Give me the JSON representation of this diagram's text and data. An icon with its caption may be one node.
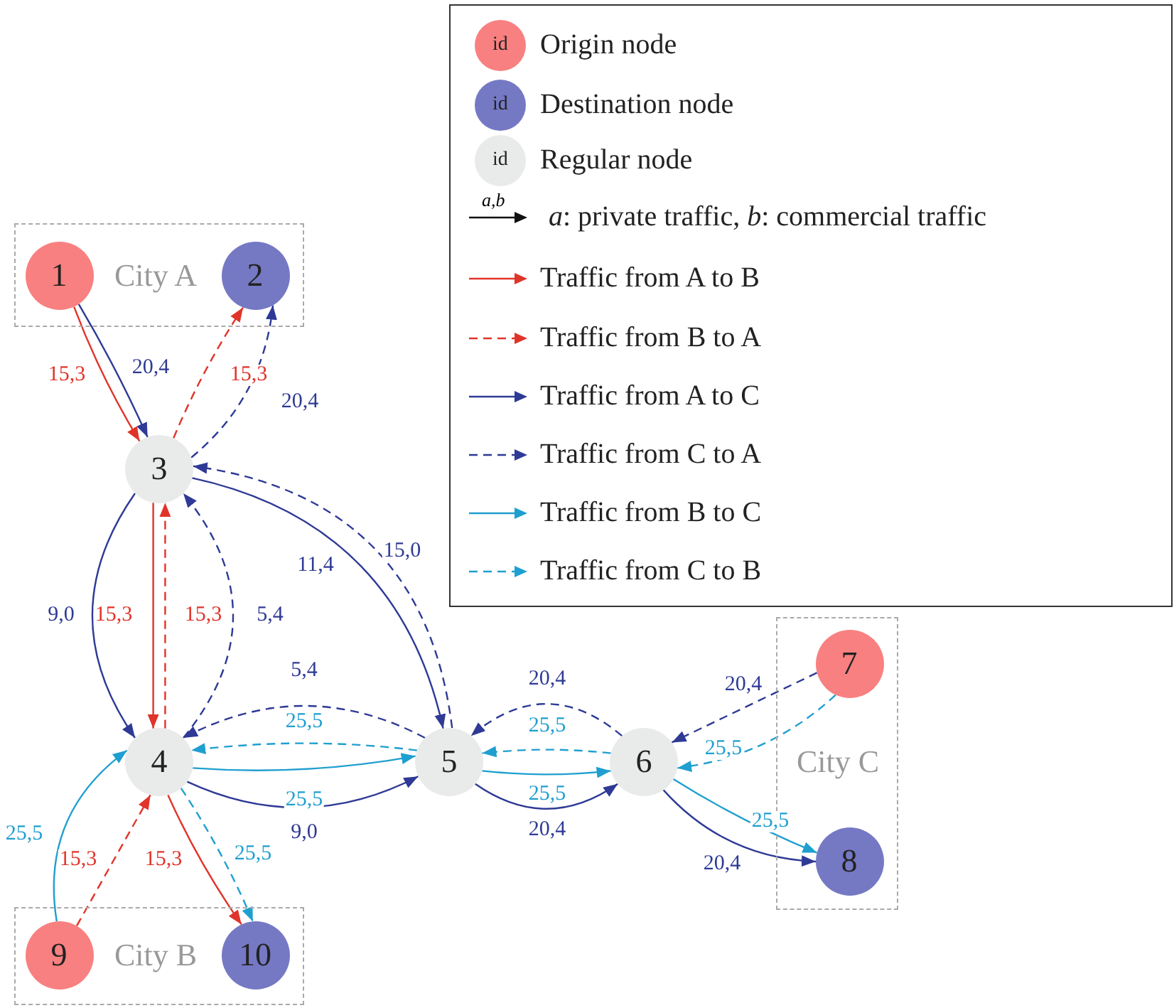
{
  "diagram": {
    "nodes": [
      {
        "text": [
          "City A"
        ]
      },
      {
        "text": [
          "1"
        ],
        "in": 0
      },
      {
        "text": [
          "2"
        ],
        "in": 0
      },
      {
        "text": [
          "3"
        ]
      },
      {
        "text": [
          "4"
        ]
      },
      {
        "text": [
          "5"
        ]
      },
      {
        "text": [
          "6"
        ]
      },
      {
        "text": [
          "City C"
        ]
      },
      {
        "text": [
          "7"
        ],
        "in": 7
      },
      {
        "text": [
          "8"
        ],
        "in": 7
      },
      {
        "text": [
          "City B"
        ]
      },
      {
        "text": [
          "9"
        ],
        "in": 10
      },
      {
        "text": [
          "10"
        ],
        "in": 10
      }
    ],
    "edges": [
      {
        "from": 1,
        "to": 3,
        "arrow": "to",
        "label": "15,3",
        "color": "#e0342a"
      },
      {
        "from": 1,
        "to": 3,
        "arrow": "to",
        "label": "20,4"
      },
      {
        "from": 3,
        "to": 4,
        "arrow": "to",
        "label": "15,3",
        "color": "#e0342a"
      },
      {
        "from": 4,
        "to": 3,
        "arrow": "to",
        "label": "15,3",
        "color": "#e0342a",
        "style": "dashed"
      },
      {
        "from": 3,
        "to": 2,
        "arrow": "to",
        "label": "15,3",
        "color": "#e0342a",
        "style": "dashed"
      },
      {
        "from": 3,
        "to": 2,
        "arrow": "to",
        "label": "20,4",
        "style": "dashed"
      },
      {
        "from": 3,
        "to": 4,
        "arrow": "to",
        "label": "9,0"
      },
      {
        "from": 4,
        "to": 3,
        "arrow": "to",
        "label": "5,4",
        "style": "dashed"
      },
      {
        "from": 3,
        "to": 5,
        "arrow": "to",
        "label": "11,4"
      },
      {
        "from": 5,
        "to": 3,
        "arrow": "to",
        "label": "15,0",
        "style": "dashed"
      },
      {
        "from": 4,
        "to": 5,
        "arrow": "to",
        "label": "25,5",
        "color": "#1f9fd0"
      },
      {
        "from": 4,
        "to": 5,
        "arrow": "to",
        "label": "9,0"
      },
      {
        "from": 5,
        "to": 4,
        "arrow": "to",
        "label": "25,5",
        "color": "#1f9fd0",
        "style": "dashed"
      },
      {
        "from": 5,
        "to": 4,
        "arrow": "to",
        "label": "5,4",
        "style": "dashed"
      },
      {
        "from": 5,
        "to": 6,
        "arrow": "to",
        "label": "25,5",
        "color": "#1f9fd0"
      },
      {
        "from": 5,
        "to": 6,
        "arrow": "to",
        "label": "20,4"
      },
      {
        "from": 6,
        "to": 5,
        "arrow": "to",
        "label": "25,5",
        "color": "#1f9fd0",
        "style": "dashed"
      },
      {
        "from": 6,
        "to": 5,
        "arrow": "to",
        "label": "20,4",
        "style": "dashed"
      },
      {
        "from": 8,
        "to": 6,
        "arrow": "to",
        "label": "20,4",
        "style": "dashed"
      },
      {
        "from": 8,
        "to": 6,
        "arrow": "to",
        "label": "25,5",
        "color": "#1f9fd0",
        "style": "dashed"
      },
      {
        "from": 6,
        "to": 9,
        "arrow": "to",
        "label": "25,5",
        "color": "#1f9fd0"
      },
      {
        "from": 6,
        "to": 9,
        "arrow": "to",
        "label": "20,4"
      },
      {
        "from": 11,
        "to": 4,
        "arrow": "to",
        "label": "25,5",
        "color": "#1f9fd0"
      },
      {
        "from": 11,
        "to": 4,
        "arrow": "to",
        "label": "15,3",
        "color": "#e0342a",
        "style": "dashed"
      },
      {
        "from": 4,
        "to": 12,
        "arrow": "to",
        "label": "15,3",
        "color": "#e0342a"
      },
      {
        "from": 4,
        "to": 12,
        "arrow": "to",
        "label": "25,5",
        "color": "#1f9fd0",
        "style": "dashed"
      }
    ],
    "labels": [
      "id",
      "id",
      "id",
      "a,b"
    ],
    "legend": [
      {
        "text": "Origin node",
        "color": "#f98080"
      },
      {
        "text": "Destination node",
        "color": "#7579c4"
      },
      {
        "text": "Regular node",
        "color": "#e9ebea"
      },
      {
        "text": "*a*: private traffic, *b*: commercial traffic"
      },
      {
        "text": "Traffic from A to B"
      },
      {
        "text": "Traffic from B to A"
      },
      {
        "text": "Traffic from A to C"
      },
      {
        "text": "Traffic from C to A"
      },
      {
        "text": "Traffic from B to C"
      },
      {
        "text": "Traffic from C to B"
      }
    ]
  }
}
